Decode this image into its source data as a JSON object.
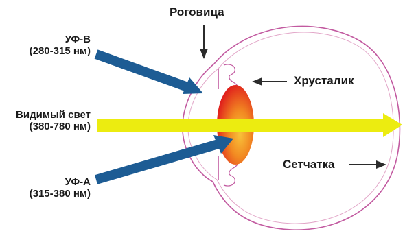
{
  "labels": {
    "cornea": "Роговица",
    "lens": "Хрусталик",
    "retina": "Сетчатка",
    "uvb": {
      "name": "УФ-В",
      "range": "(280-315 нм)"
    },
    "visible": {
      "name": "Видимый свет",
      "range": "(380-780 нм)"
    },
    "uva": {
      "name": "УФ-А",
      "range": "(315-380 нм)"
    }
  },
  "colors": {
    "eye_outline": "#c25aa0",
    "uv_arrow": "#1d5c94",
    "visible_arrow": "#ecec10",
    "lens_core": "#f6a21c",
    "lens_edge": "#e0201c",
    "pointer_arrow": "#2b2b2b",
    "text": "#1b1b1b"
  }
}
